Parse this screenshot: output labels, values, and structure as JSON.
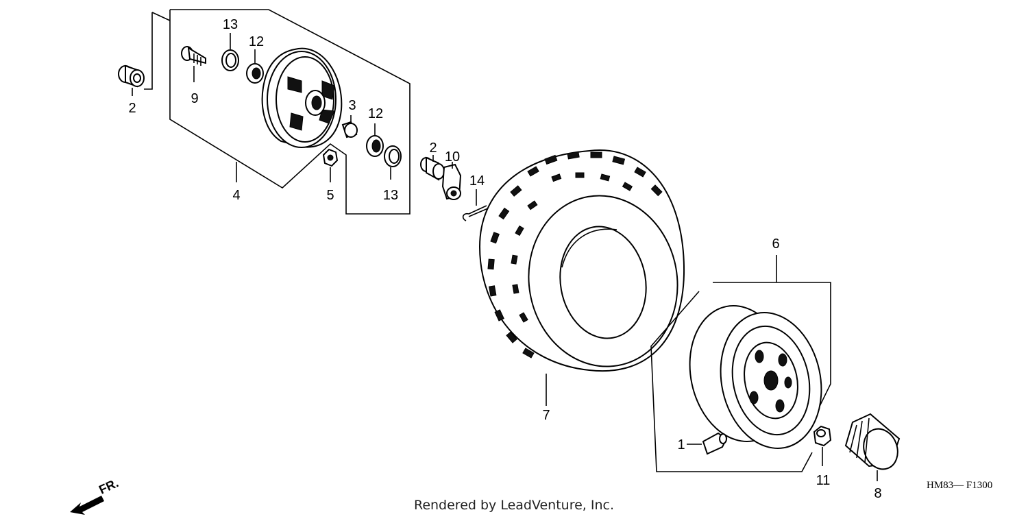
{
  "callouts": {
    "p1": "1",
    "p2a": "2",
    "p2b": "2",
    "p3": "3",
    "p4": "4",
    "p5": "5",
    "p6": "6",
    "p7": "7",
    "p8": "8",
    "p9": "9",
    "p10": "10",
    "p11": "11",
    "p12a": "12",
    "p12b": "12",
    "p13a": "13",
    "p13b": "13",
    "p14": "14"
  },
  "figure_code": "HM83— F1300",
  "direction_label": "FR.",
  "credit": "Rendered by LeadVenture, Inc.",
  "icons": {
    "direction": "arrow-front-icon"
  }
}
